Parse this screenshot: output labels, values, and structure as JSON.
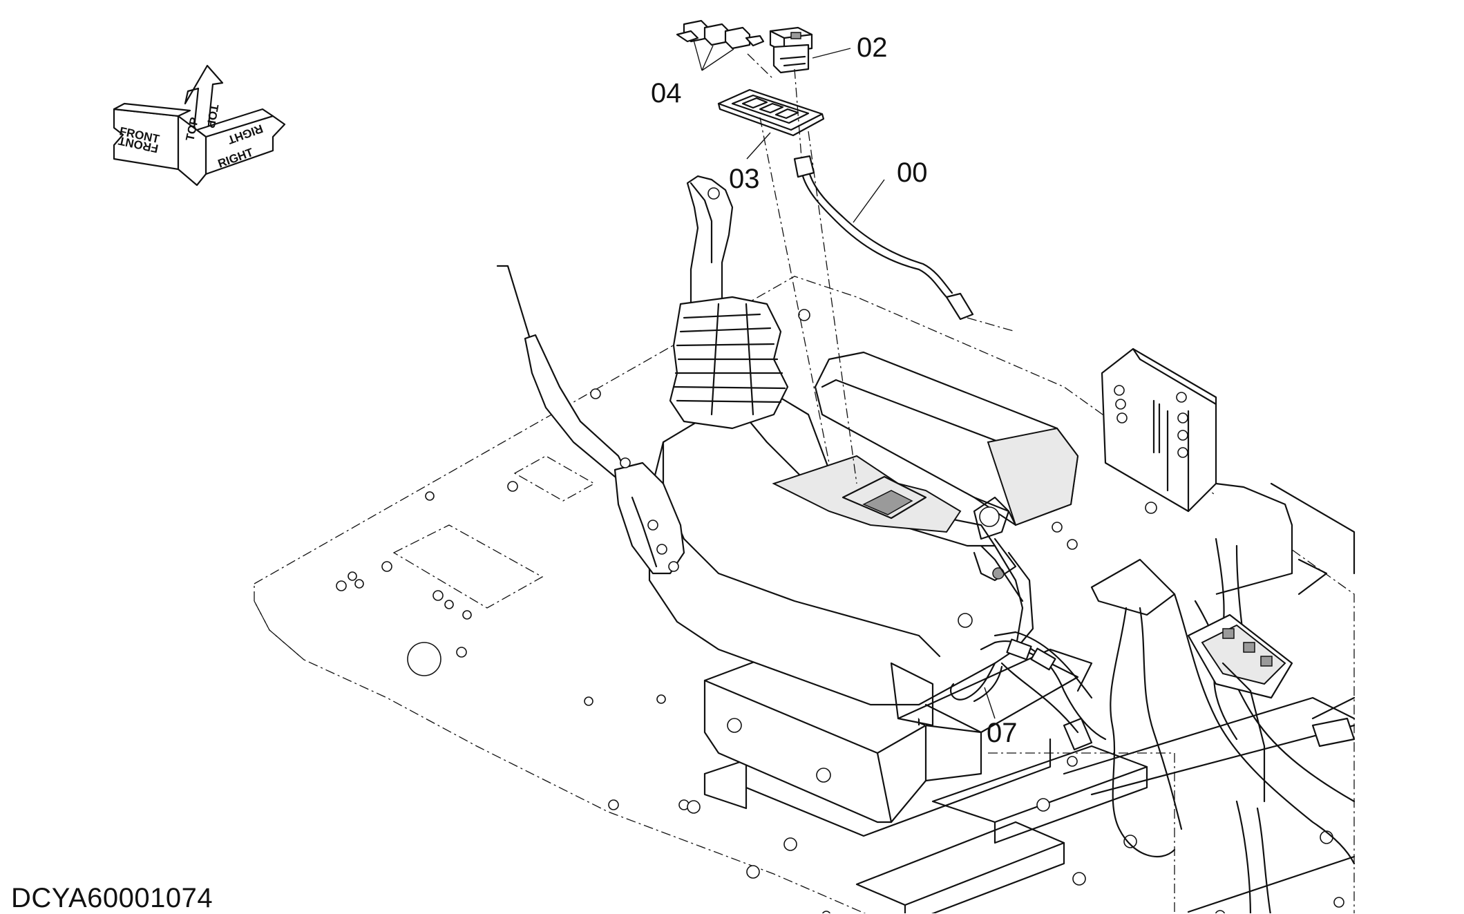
{
  "orientation": {
    "front": "FRONT",
    "top": "TOP",
    "right": "RIGHT"
  },
  "callouts": [
    "00",
    "02",
    "03",
    "04",
    "07"
  ],
  "drawing_code": "DCYA60001074",
  "colors": {
    "line": "#111111",
    "background": "#ffffff"
  }
}
